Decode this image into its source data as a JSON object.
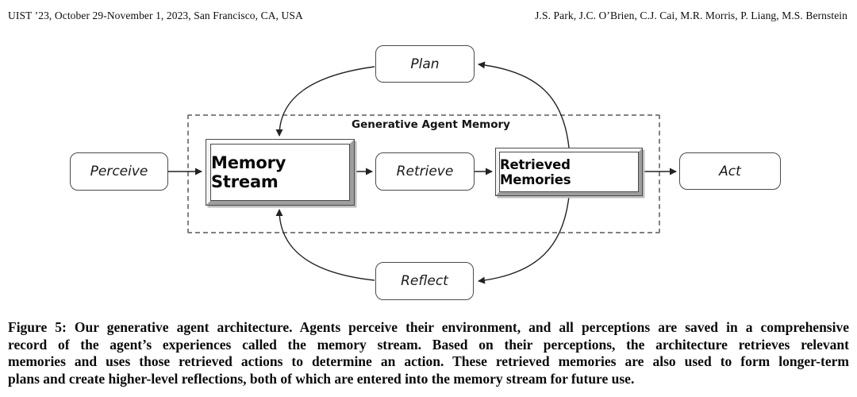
{
  "header": {
    "conference": "UIST ’23, October 29-November 1, 2023, San Francisco, CA, USA",
    "authors": "J.S. Park, J.C. O’Brien, C.J. Cai, M.R. Morris, P. Liang, M.S. Bernstein"
  },
  "diagram": {
    "container_label": "Generative Agent Memory",
    "nodes": {
      "perceive": "Perceive",
      "memory_stream": "Memory Stream",
      "retrieve": "Retrieve",
      "retrieved_memories": "Retrieved Memories",
      "act": "Act",
      "plan": "Plan",
      "reflect": "Reflect"
    },
    "flows": [
      "Perceive to Memory Stream",
      "Memory Stream to Retrieve",
      "Retrieve to Retrieved Memories",
      "Retrieved Memories to Act",
      "Retrieved Memories to Plan",
      "Plan to Memory Stream",
      "Retrieved Memories to Reflect",
      "Reflect to Memory Stream"
    ],
    "colors": {
      "box_border": "#4a4a4a",
      "dashed_border": "#828282",
      "arrow": "#222222",
      "background": "#ffffff",
      "bevel_shadow": "#9e9e9e"
    }
  },
  "caption": {
    "lines": [
      "Figure 5: Our generative agent architecture. Agents perceive their environment, and all perceptions are saved in a comprehensive",
      "record of the agent’s experiences called the memory stream. Based on their perceptions, the architecture retrieves relevant",
      "memories and uses those retrieved actions to determine an action. These retrieved memories are also used to form longer-term",
      "plans and create higher-level reflections, both of which are entered into the memory stream for future use."
    ]
  }
}
